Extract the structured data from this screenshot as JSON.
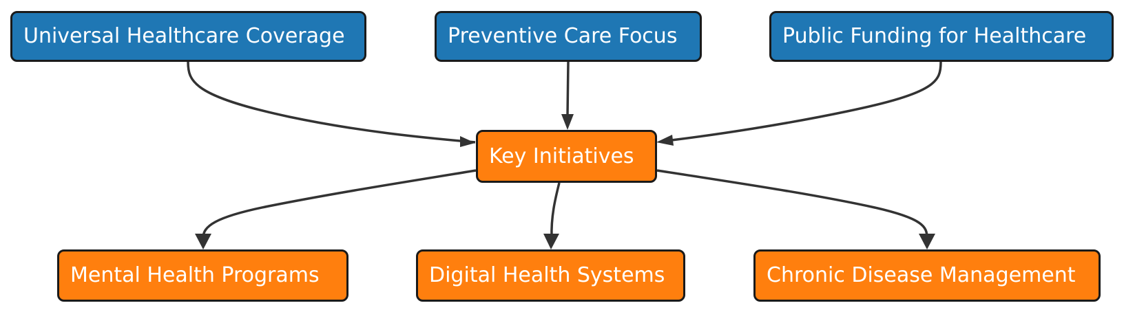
{
  "colors": {
    "primary": "#1f77b4",
    "secondary": "#ff7f0e",
    "border": "#1a1a1a",
    "edge": "#333333",
    "text": "#ffffff"
  },
  "nodes": {
    "universal": "Universal Healthcare Coverage",
    "preventive": "Preventive Care Focus",
    "funding": "Public Funding for Healthcare",
    "initiatives": "Key Initiatives",
    "mental": "Mental Health Programs",
    "digital": "Digital Health Systems",
    "chronic": "Chronic Disease Management"
  },
  "edges": [
    {
      "from": "universal",
      "to": "initiatives"
    },
    {
      "from": "preventive",
      "to": "initiatives"
    },
    {
      "from": "funding",
      "to": "initiatives"
    },
    {
      "from": "initiatives",
      "to": "mental"
    },
    {
      "from": "initiatives",
      "to": "digital"
    },
    {
      "from": "initiatives",
      "to": "chronic"
    }
  ]
}
